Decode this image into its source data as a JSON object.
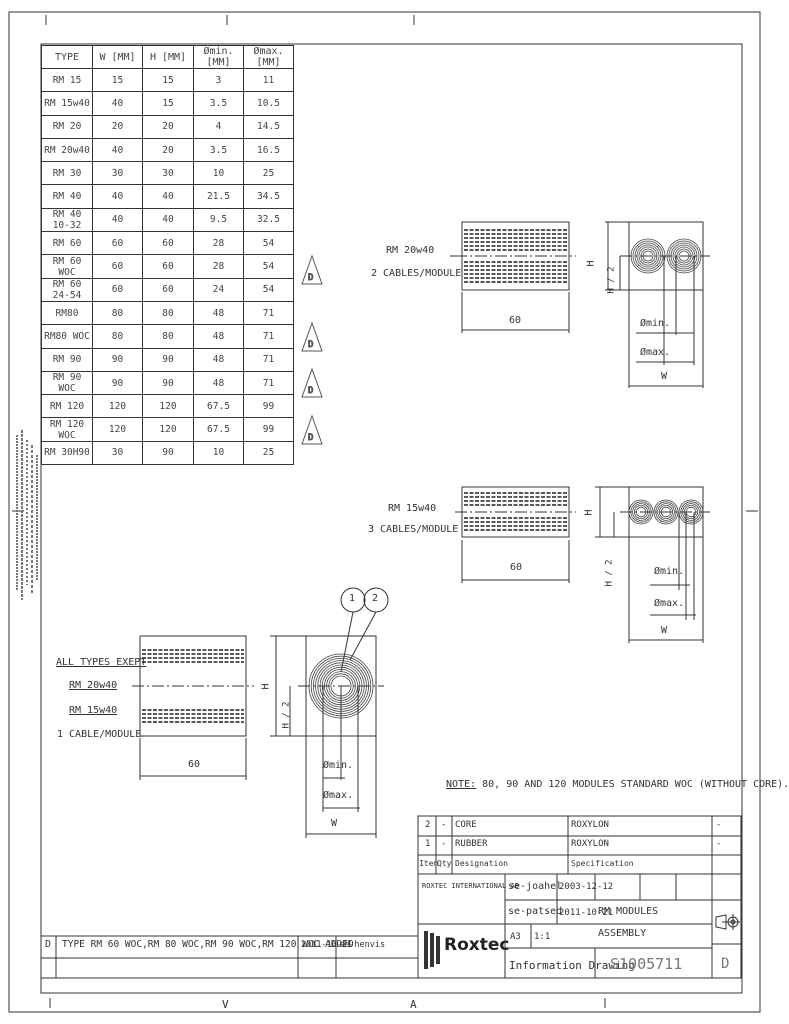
{
  "spec_table": {
    "headers": [
      "TYPE",
      "W [MM]",
      "H [MM]",
      "Ømin. [MM]",
      "Ømax. [MM]"
    ],
    "rows": [
      [
        "RM 15",
        "15",
        "15",
        "3",
        "11"
      ],
      [
        "RM 15w40",
        "40",
        "15",
        "3.5",
        "10.5"
      ],
      [
        "RM 20",
        "20",
        "20",
        "4",
        "14.5"
      ],
      [
        "RM 20w40",
        "40",
        "20",
        "3.5",
        "16.5"
      ],
      [
        "RM 30",
        "30",
        "30",
        "10",
        "25"
      ],
      [
        "RM 40",
        "40",
        "40",
        "21.5",
        "34.5"
      ],
      [
        "RM 40 10-32",
        "40",
        "40",
        "9.5",
        "32.5"
      ],
      [
        "RM 60",
        "60",
        "60",
        "28",
        "54"
      ],
      [
        "RM 60 WOC",
        "60",
        "60",
        "28",
        "54"
      ],
      [
        "RM 60 24-54",
        "60",
        "60",
        "24",
        "54"
      ],
      [
        "RM80",
        "80",
        "80",
        "48",
        "71"
      ],
      [
        "RM80 WOC",
        "80",
        "80",
        "48",
        "71"
      ],
      [
        "RM 90",
        "90",
        "90",
        "48",
        "71"
      ],
      [
        "RM 90 WOC",
        "90",
        "90",
        "48",
        "71"
      ],
      [
        "RM 120",
        "120",
        "120",
        "67.5",
        "99"
      ],
      [
        "RM 120 WOC",
        "120",
        "120",
        "67.5",
        "99"
      ],
      [
        "RM 30H90",
        "30",
        "90",
        "10",
        "25"
      ]
    ],
    "revision_marker": "D"
  },
  "view_top": {
    "label_line1": "RM 20w40",
    "label_line2": "2 CABLES/MODULE",
    "dim_length": "60",
    "dim_h": "H",
    "dim_h2": "H / 2",
    "dim_min": "Ømin.",
    "dim_max": "Ømax.",
    "dim_w": "W"
  },
  "view_mid": {
    "label_line1": "RM 15w40",
    "label_line2": "3 CABLES/MODULE",
    "dim_length": "60",
    "dim_h": "H",
    "dim_h2": "H / 2",
    "dim_min": "Ømin.",
    "dim_max": "Ømax.",
    "dim_w": "W"
  },
  "view_bottom": {
    "label_line1": "ALL TYPES EXEPT",
    "label_line2": "RM 20w40",
    "label_line3": "RM 15w40",
    "label_line4": "1 CABLE/MODULE",
    "dim_length": "60",
    "dim_h": "H",
    "dim_h2": "H / 2",
    "dim_min": "Ømin.",
    "dim_max": "Ømax.",
    "dim_w": "W",
    "balloon_1": "1",
    "balloon_2": "2"
  },
  "note": {
    "prefix": "NOTE:",
    "text": "80, 90 AND 120 MODULES STANDARD WOC (WITHOUT CORE)."
  },
  "bom": {
    "rows": [
      {
        "item": "2",
        "qty": "-",
        "designation": "CORE",
        "spec": "ROXYLON",
        "extra": "-"
      },
      {
        "item": "1",
        "qty": "-",
        "designation": "RUBBER",
        "spec": "ROXYLON",
        "extra": "-"
      }
    ],
    "head_item": "Item",
    "head_qty": "Qty",
    "head_designation": "Designation",
    "head_spec": "Specification"
  },
  "title_block": {
    "company": "ROXTEC INTERNATIONAL AB",
    "drawn_by": "se-joahel",
    "drawn_date": "2003-12-12",
    "approved_by": "se-patsed",
    "approved_date": "2011-10-21",
    "title_line1": "RM MODULES",
    "title_line2": "ASSEMBLY",
    "format": "A3",
    "scale": "1:1",
    "logo_text": "Roxtec",
    "doc_type": "Information Drawing",
    "doc_number": "S1005711",
    "revision": "D"
  },
  "revision_table": {
    "rev": "D",
    "description": "TYPE RM 60 WOC,RM 80 WOC,RM 90 WOC,RM 120 WOC ADDED",
    "date": "2011-10-21",
    "sign": "se-henvis"
  },
  "zone_marks": {
    "bottom_left": "V",
    "bottom_right": "A"
  }
}
